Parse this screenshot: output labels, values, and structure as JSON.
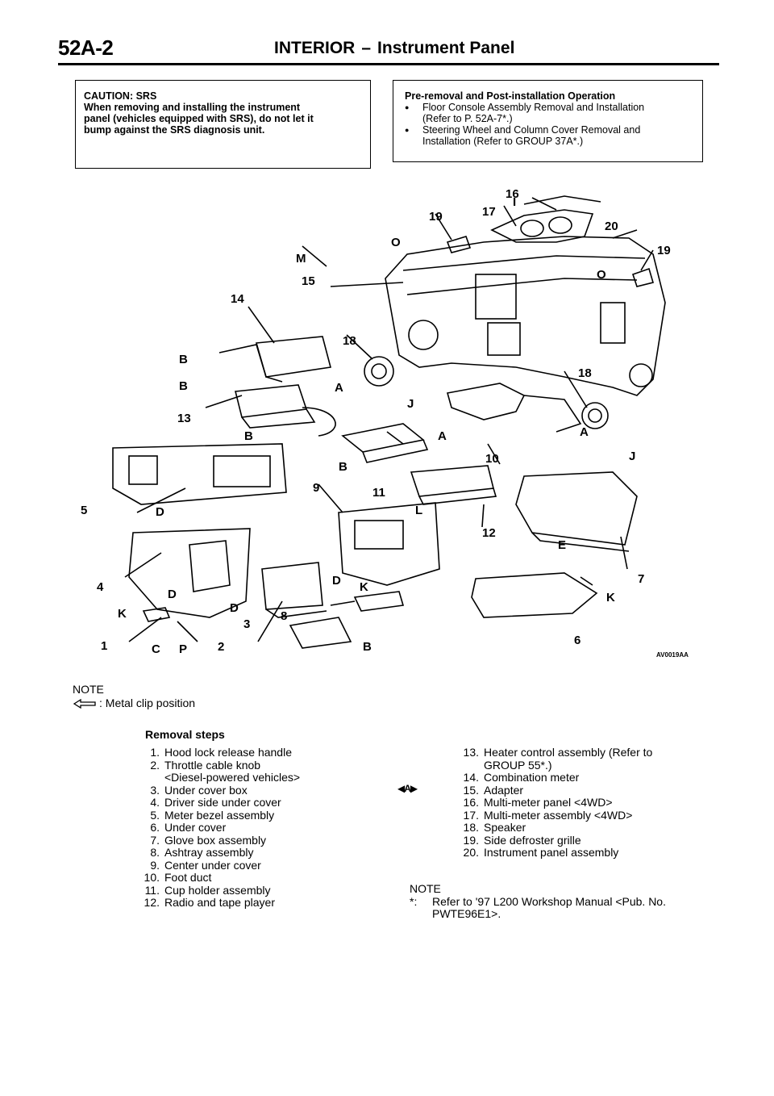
{
  "header": {
    "page_number": "52A-2",
    "section": "INTERIOR",
    "subsection": "Instrument Panel"
  },
  "caution": {
    "lines": [
      "CAUTION: SRS",
      "When removing and installing the instrument",
      "panel (vehicles equipped with SRS), do not let it",
      "bump against the SRS diagnosis unit."
    ]
  },
  "preremoval": {
    "heading": "Pre-removal and Post-installation Operation",
    "item1_l1": "Floor Console Assembly Removal and Installation",
    "item1_l2": "(Refer to P. 52A-7*.)",
    "item2_l1": "Steering Wheel and Column Cover Removal and",
    "item2_l2": "Installation (Refer to GROUP 37A*.)"
  },
  "diagram": {
    "code": "AV0019AA",
    "callouts": [
      "1",
      "2",
      "3",
      "4",
      "5",
      "6",
      "7",
      "8",
      "9",
      "10",
      "11",
      "12",
      "13",
      "14",
      "15",
      "16",
      "17",
      "18",
      "18",
      "19",
      "19",
      "20"
    ],
    "letters": [
      "A",
      "A",
      "A",
      "B",
      "B",
      "B",
      "B",
      "B",
      "C",
      "D",
      "D",
      "D",
      "D",
      "E",
      "I",
      "J",
      "J",
      "K",
      "K",
      "K",
      "L",
      "M",
      "O",
      "O",
      "P"
    ]
  },
  "note_top": {
    "label": "NOTE",
    "clip_text": ": Metal clip position"
  },
  "removal": {
    "title": "Removal steps",
    "left": [
      {
        "n": "1.",
        "t": "Hood lock release handle"
      },
      {
        "n": "2.",
        "t": "Throttle cable knob"
      },
      {
        "n": "",
        "t": "<Diesel-powered vehicles>"
      },
      {
        "n": "3.",
        "t": "Under cover box"
      },
      {
        "n": "4.",
        "t": "Driver side under cover"
      },
      {
        "n": "5.",
        "t": "Meter bezel assembly"
      },
      {
        "n": "6.",
        "t": "Under cover"
      },
      {
        "n": "7.",
        "t": "Glove box assembly"
      },
      {
        "n": "8.",
        "t": "Ashtray assembly"
      },
      {
        "n": "9.",
        "t": "Center under cover"
      },
      {
        "n": "10.",
        "t": "Foot duct"
      },
      {
        "n": "11.",
        "t": "Cup holder assembly"
      },
      {
        "n": "12.",
        "t": "Radio and tape player"
      }
    ],
    "right": [
      {
        "n": "13.",
        "t": "Heater control assembly (Refer to"
      },
      {
        "n": "",
        "t": "GROUP 55*.)"
      },
      {
        "n": "14.",
        "t": "Combination meter"
      },
      {
        "n": "15.",
        "t": "Adapter"
      },
      {
        "n": "16.",
        "t": "Multi-meter panel <4WD>"
      },
      {
        "n": "17.",
        "t": "Multi-meter assembly <4WD>"
      },
      {
        "n": "18.",
        "t": "Speaker"
      },
      {
        "n": "19.",
        "t": "Side defroster grille"
      },
      {
        "n": "20.",
        "t": "Instrument panel assembly"
      }
    ],
    "marker": "◀A▶"
  },
  "note_bottom": {
    "label": "NOTE",
    "star": "*:",
    "line1": "Refer to '97 L200 Workshop Manual <Pub. No.",
    "line2": "PWTE96E1>."
  }
}
